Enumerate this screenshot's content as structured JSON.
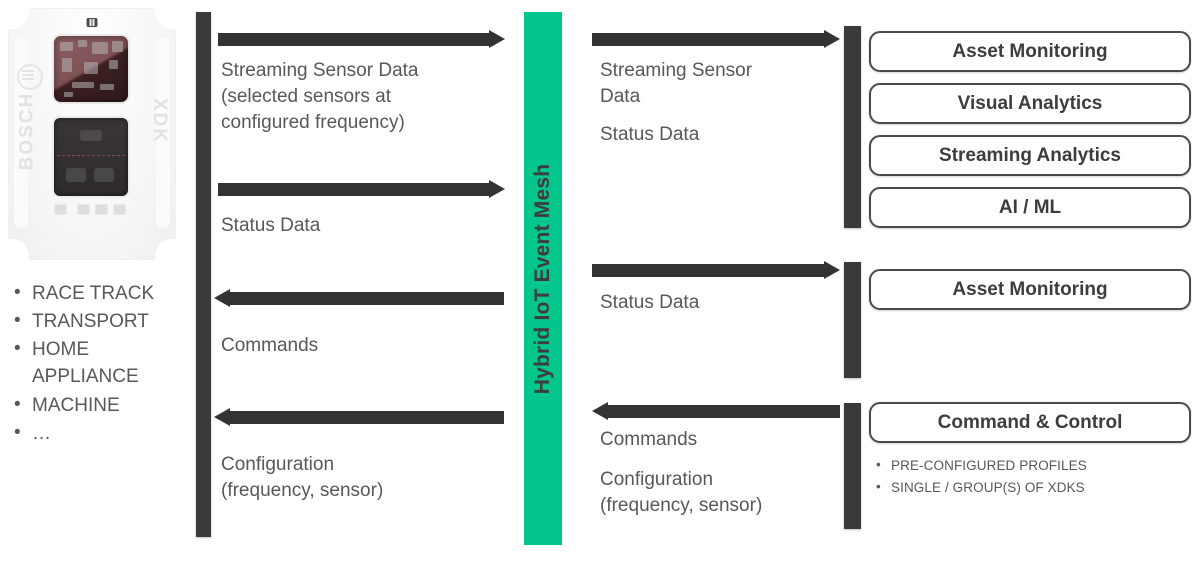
{
  "device": {
    "name": "bosch-xdk-sensor-device",
    "brand_left": "BOSCH",
    "brand_right": "XDK"
  },
  "use_cases": {
    "items": [
      "RACE TRACK",
      "TRANSPORT",
      "HOME APPLIANCE",
      "MACHINE",
      "…"
    ]
  },
  "mesh": {
    "label": "Hybrid IoT Event Mesh",
    "color": "#03c68d"
  },
  "left_flows": [
    {
      "direction": "right",
      "caption": "Streaming Sensor Data\n(selected sensors at\nconfigured frequency)",
      "line1": "Streaming Sensor Data",
      "line2": "(selected sensors at",
      "line3": "configured frequency)"
    },
    {
      "direction": "right",
      "caption": "Status Data"
    },
    {
      "direction": "left",
      "caption": "Commands"
    },
    {
      "direction": "left",
      "line1": "Configuration",
      "line2": "(frequency, sensor)"
    }
  ],
  "right_flows": [
    {
      "direction": "right",
      "line1": "Streaming Sensor",
      "line2": "Data",
      "line3": "Status Data"
    },
    {
      "direction": "right",
      "caption": "Status Data"
    },
    {
      "direction": "left",
      "line1": "Commands",
      "line2": "Configuration",
      "line3": "(frequency, sensor)"
    }
  ],
  "right_groups": [
    {
      "boxes": [
        "Asset Monitoring",
        "Visual Analytics",
        "Streaming Analytics",
        "AI / ML"
      ]
    },
    {
      "boxes": [
        "Asset Monitoring"
      ]
    },
    {
      "boxes": [
        "Command & Control"
      ],
      "bullets": [
        "PRE-CONFIGURED PROFILES",
        "SINGLE / GROUP(S) OF XDKS"
      ]
    }
  ]
}
